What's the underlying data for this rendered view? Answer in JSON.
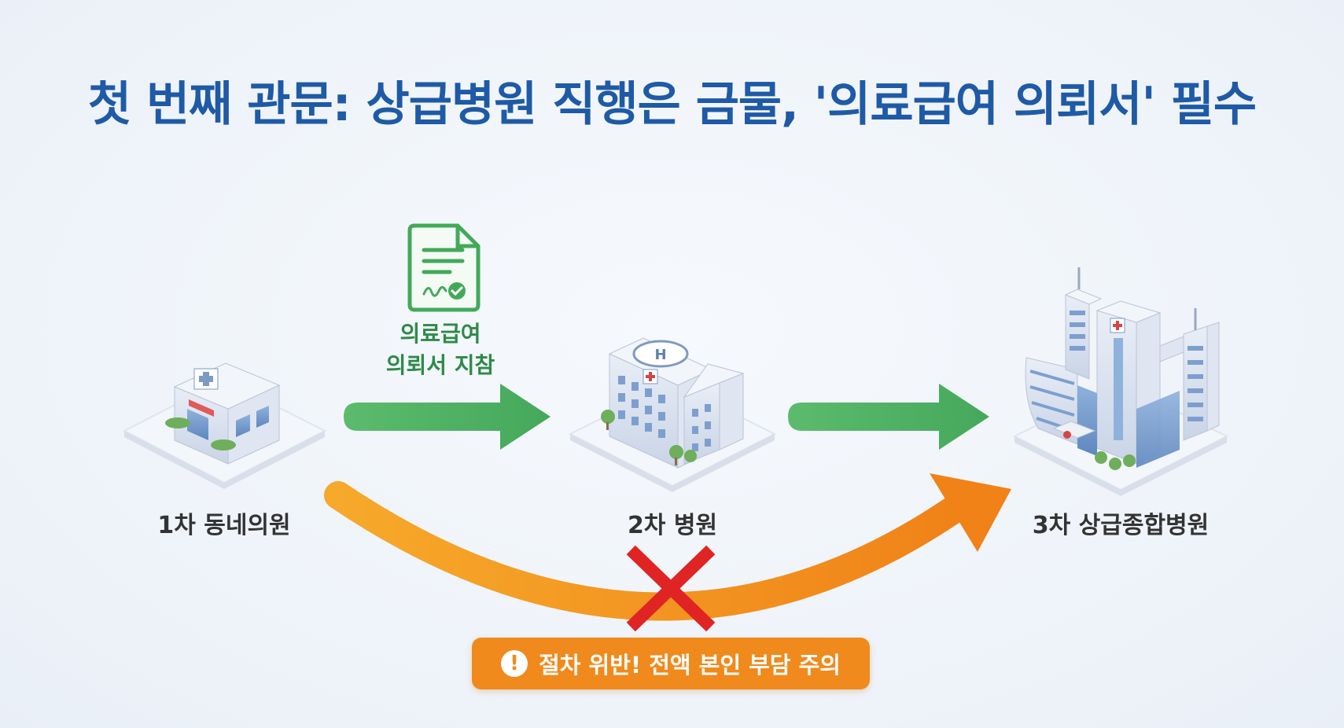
{
  "title": "첫 번째 관문: 상급병원 직행은 금물, '의료급여 의뢰서' 필수",
  "nodes": [
    {
      "label": "1차 동네의원"
    },
    {
      "label": "2차 병원"
    },
    {
      "label": "3차 상급종합병원"
    }
  ],
  "document": {
    "line1": "의료급여",
    "line2": "의뢰서 지참"
  },
  "warning": {
    "icon": "exclamation-icon",
    "text": "절차 위반! 전액 본인 부담 주의"
  },
  "colors": {
    "title": "#1e5aa6",
    "green_arrow": "#4fb266",
    "orange_arrow": "#f39a1e",
    "warning_bg": "#f08a1c",
    "cross": "#e02323",
    "doc_green": "#43a95a"
  }
}
